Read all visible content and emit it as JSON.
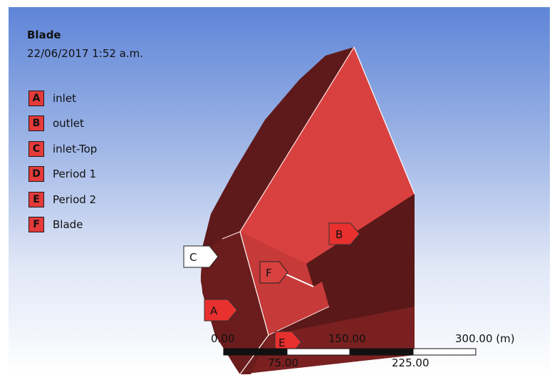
{
  "header": {
    "title": "Blade",
    "timestamp": "22/06/2017 1:52 a.m."
  },
  "legend": {
    "items": [
      {
        "key": "A",
        "label": "inlet"
      },
      {
        "key": "B",
        "label": "outlet"
      },
      {
        "key": "C",
        "label": "inlet-Top"
      },
      {
        "key": "D",
        "label": "Period 1"
      },
      {
        "key": "E",
        "label": "Period 2"
      },
      {
        "key": "F",
        "label": "Blade"
      }
    ]
  },
  "callouts": {
    "A": "A",
    "B": "B",
    "C": "C",
    "E": "E",
    "F": "F"
  },
  "scale_bar": {
    "top_labels": [
      "0.00",
      "150.00",
      "300.00 (m)"
    ],
    "bottom_labels": [
      "75.00",
      "225.00"
    ]
  },
  "colors": {
    "face_dark": "#5e1a1a",
    "face_red": "#d8413f",
    "face_mid": "#a02a2a",
    "callout_red": "#e8302f",
    "legend_key": "#e53a3a",
    "background_top": "#5f85d8",
    "background_bottom": "#ffffff"
  }
}
